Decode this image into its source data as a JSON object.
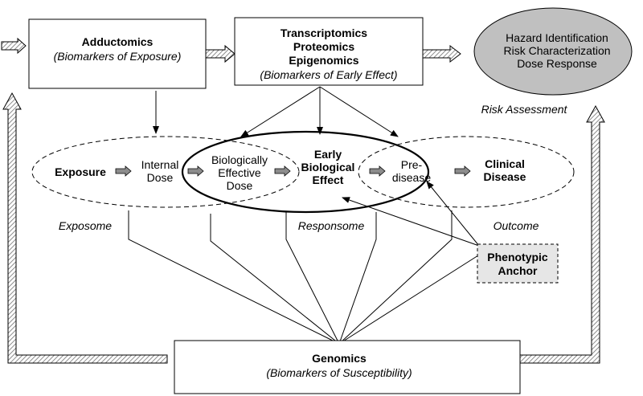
{
  "boxes": {
    "adductomics": {
      "title": "Adductomics",
      "subtitle": "(Biomarkers of Exposure)"
    },
    "omics": {
      "line1": "Transcriptomics",
      "line2": "Proteomics",
      "line3": "Epigenomics",
      "subtitle": "(Biomarkers of Early Effect)"
    },
    "genomics": {
      "title": "Genomics",
      "subtitle": "(Biomarkers of Susceptibility)"
    },
    "phenotypic": {
      "line1": "Phenotypic",
      "line2": "Anchor"
    }
  },
  "risk": {
    "line1": "Hazard Identification",
    "line2": "Risk Characterization",
    "line3": "Dose Response",
    "label": "Risk Assessment"
  },
  "nodes": {
    "exposure": "Exposure",
    "internal_dose": {
      "line1": "Internal",
      "line2": "Dose"
    },
    "bed": {
      "line1": "Biologically",
      "line2": "Effective",
      "line3": "Dose"
    },
    "early_effect": {
      "line1": "Early",
      "line2": "Biological",
      "line3": "Effect"
    },
    "predisease": {
      "line1": "Pre-",
      "line2": "disease"
    },
    "clinical": {
      "line1": "Clinical",
      "line2": "Disease"
    }
  },
  "labels": {
    "exposome": "Exposome",
    "responsome": "Responsome",
    "outcome": "Outcome"
  },
  "colors": {
    "risk_fill": "#c0c0c0",
    "anchor_fill": "#e6e6e6",
    "arrow_fill": "#8c8c8c",
    "hatch": "#707070"
  }
}
